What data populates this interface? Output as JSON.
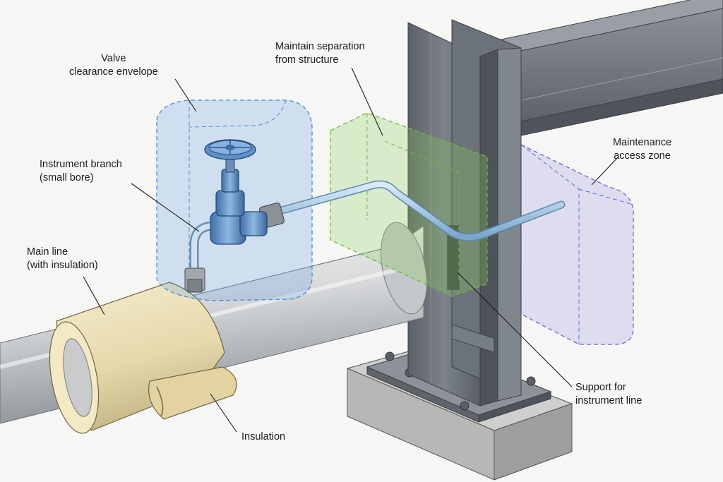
{
  "labels": {
    "valve_clearance": {
      "line1": "Valve",
      "line2": "clearance envelope"
    },
    "maintain_separation": {
      "line1": "Maintain separation",
      "line2": "from structure"
    },
    "instrument_branch": {
      "line1": "Instrument branch",
      "line2": "(small bore)"
    },
    "maintenance_access": {
      "line1": "Maintenance",
      "line2": "access zone"
    },
    "main_line": {
      "line1": "Main line",
      "line2": "(with insulation)"
    },
    "support": {
      "line1": "Support for",
      "line2": "instrument line"
    },
    "insulation": {
      "line1": "Insulation"
    }
  },
  "colors": {
    "valve_envelope": "#5b9be0",
    "separation_zone": "#8ccf5a",
    "access_zone": "#8a86e0",
    "steel": "#6f757d",
    "insulation": "#eadfb8",
    "pipe": "#d7d9db",
    "instrument_tube": "#9fc6e6",
    "valve_body": "#4f7fb8",
    "concrete": "#a9aaa8"
  }
}
